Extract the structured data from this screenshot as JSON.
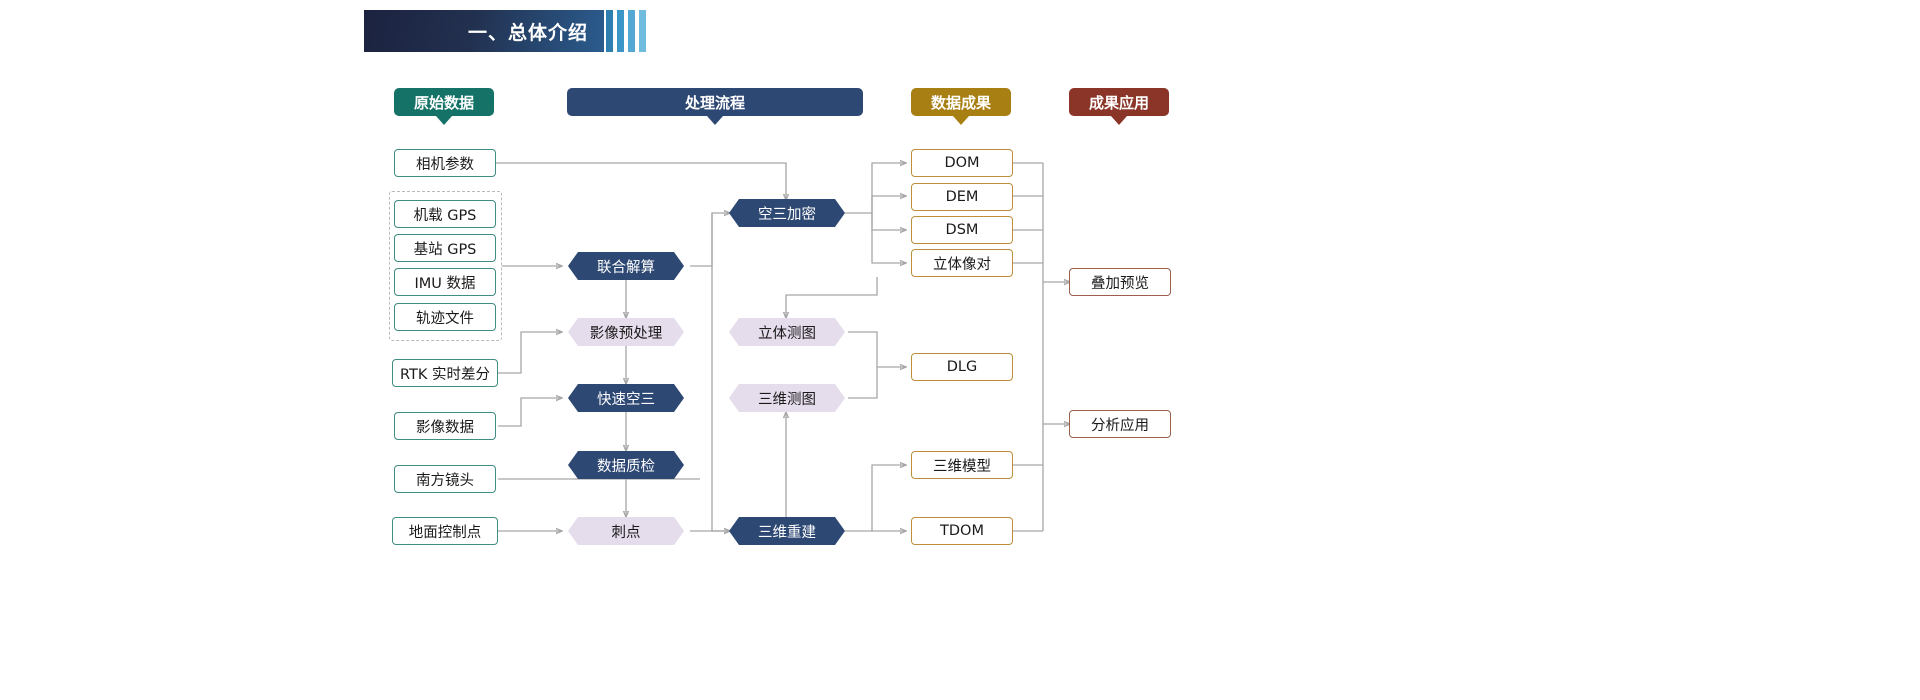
{
  "header": {
    "title": "一、总体介绍",
    "bar_count": 4
  },
  "columns": [
    {
      "key": "raw",
      "label": "原始数据",
      "color": "#157267"
    },
    {
      "key": "process",
      "label": "处理流程",
      "color": "#2e4874"
    },
    {
      "key": "result",
      "label": "数据成果",
      "color": "#a87f12"
    },
    {
      "key": "apply",
      "label": "成果应用",
      "color": "#8a3528"
    }
  ],
  "nodes": {
    "raw": [
      {
        "id": "camera-params",
        "label": "相机参数"
      },
      {
        "id": "onboard-gps",
        "label": "机载 GPS"
      },
      {
        "id": "base-gps",
        "label": "基站 GPS"
      },
      {
        "id": "imu-data",
        "label": "IMU 数据"
      },
      {
        "id": "track-file",
        "label": "轨迹文件"
      },
      {
        "id": "rtk-diff",
        "label": "RTK 实时差分"
      },
      {
        "id": "image-data",
        "label": "影像数据"
      },
      {
        "id": "south-lens",
        "label": "南方镜头"
      },
      {
        "id": "ground-ctrl",
        "label": "地面控制点"
      }
    ],
    "process": [
      {
        "id": "joint-solve",
        "label": "联合解算",
        "style": "hex-blue"
      },
      {
        "id": "image-preproc",
        "label": "影像预处理",
        "style": "hex-purple"
      },
      {
        "id": "fast-at",
        "label": "快速空三",
        "style": "hex-blue"
      },
      {
        "id": "data-qc",
        "label": "数据质检",
        "style": "hex-blue"
      },
      {
        "id": "prick-point",
        "label": "刺点",
        "style": "hex-purple"
      },
      {
        "id": "aerial-tri",
        "label": "空三加密",
        "style": "hex-blue"
      },
      {
        "id": "stereo-mapping",
        "label": "立体测图",
        "style": "hex-purple"
      },
      {
        "id": "three-d-mapping",
        "label": "三维测图",
        "style": "hex-purple"
      },
      {
        "id": "three-d-recon",
        "label": "三维重建",
        "style": "hex-blue"
      }
    ],
    "result": [
      {
        "id": "dom",
        "label": "DOM"
      },
      {
        "id": "dem",
        "label": "DEM"
      },
      {
        "id": "dsm",
        "label": "DSM"
      },
      {
        "id": "stereo-pair",
        "label": "立体像对"
      },
      {
        "id": "dlg",
        "label": "DLG"
      },
      {
        "id": "model-3d",
        "label": "三维模型"
      },
      {
        "id": "tdom",
        "label": "TDOM"
      }
    ],
    "apply": [
      {
        "id": "overlay-preview",
        "label": "叠加预览"
      },
      {
        "id": "analysis-app",
        "label": "分析应用"
      }
    ]
  }
}
